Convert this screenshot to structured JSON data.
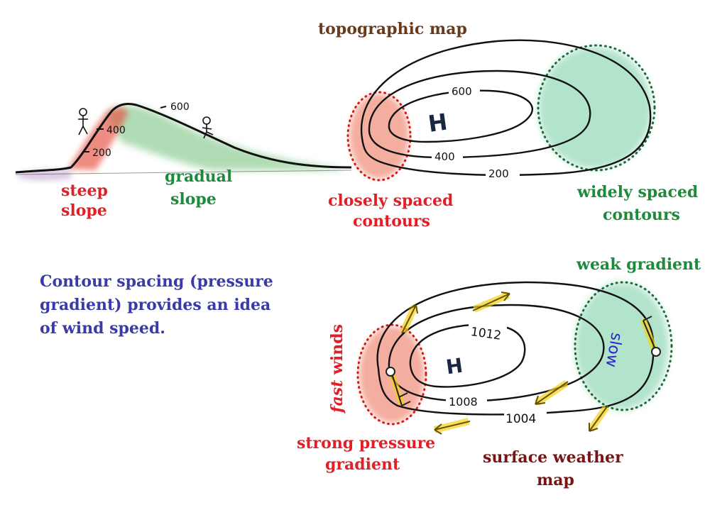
{
  "colors": {
    "red": "#e21f26",
    "green": "#1e8a3c",
    "blue": "#3a3aa8",
    "brown": "#6b3a1e",
    "maroon": "#7a1414",
    "contour": "#111111",
    "arrow": "#f2d21a"
  },
  "top": {
    "title": "topographic map",
    "hill": {
      "steep_label": "steep slope",
      "steep_line1": "steep",
      "steep_line2": "slope",
      "gradual_line1": "gradual",
      "gradual_line2": "slope",
      "elev_600": "600",
      "elev_400": "400",
      "elev_200": "200"
    },
    "map": {
      "contour_600": "600",
      "contour_400": "400",
      "contour_200": "200",
      "high_symbol": "H",
      "close_line1": "closely spaced",
      "close_line2": "contours",
      "wide_line1": "widely spaced",
      "wide_line2": "contours"
    }
  },
  "bottom": {
    "note": {
      "line1": "Contour spacing (pressure",
      "line2": "gradient) provides an idea",
      "line3": "of wind speed."
    },
    "map": {
      "isobar_1012": "1012",
      "isobar_1008": "1008",
      "isobar_1004": "1004",
      "high_symbol": "H",
      "slow": "slow",
      "fast_winds": "fast winds",
      "fast_italic": "fast",
      "winds_word": "winds",
      "weak_gradient": "weak gradient",
      "strong_line1": "strong pressure",
      "strong_line2": "gradient",
      "title_line1": "surface weather",
      "title_line2": "map"
    }
  }
}
